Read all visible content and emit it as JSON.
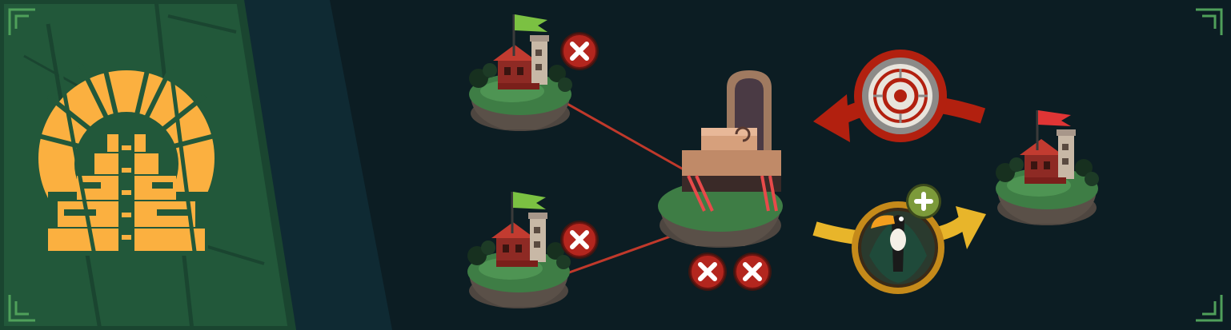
{
  "colors": {
    "background": "#0c1d23",
    "left_panel_green": "#22583a",
    "left_panel_dark": "#1a4530",
    "teal_strip": "#0f2a33",
    "emblem_orange": "#fbb040",
    "link_red": "#c0392b",
    "cancel_red": "#b3261e",
    "attack_red": "#b2200f",
    "reward_yellow": "#e8b52a",
    "flag_green": "#7bc142",
    "flag_red": "#e03535",
    "island_grass": "#3e7d45",
    "island_rock": "#5a5048",
    "throne_stone": "#d6a07c",
    "plus_green": "#7c9a3a"
  },
  "icons": {
    "emblem": "temple-emblem-icon",
    "cancel": "cancel-x-icon",
    "attack": "target-icon",
    "reward": "toucan-icon",
    "add": "plus-icon",
    "corner": "corner-ornament-icon"
  },
  "map": {
    "allied_islands": [
      {
        "flag": "green",
        "status": "cancelled"
      },
      {
        "flag": "green",
        "status": "cancelled"
      }
    ],
    "throne_island": {
      "cancel_count": 2
    },
    "enemy_island": {
      "flag": "red"
    },
    "attack_arrow": "red",
    "reward_arrow": "yellow"
  }
}
